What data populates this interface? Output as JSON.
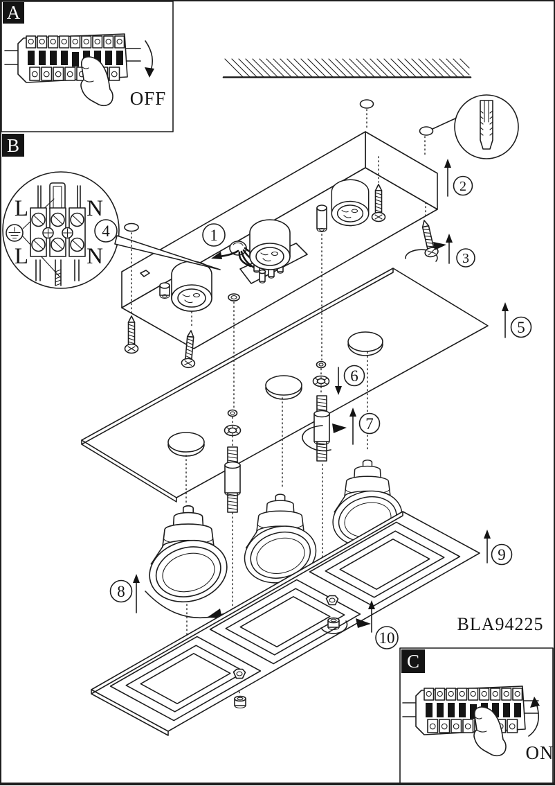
{
  "page": {
    "model_number": "BLA94225"
  },
  "panel_a": {
    "label": "A",
    "caption": "OFF"
  },
  "panel_b": {
    "label": "B",
    "terminal_labels": {
      "top_left": "L",
      "top_right": "N",
      "bottom_left": "L",
      "bottom_right": "N"
    }
  },
  "panel_c": {
    "label": "C",
    "caption": "ON"
  },
  "steps": [
    "1",
    "2",
    "3",
    "4",
    "5",
    "6",
    "7",
    "8",
    "9",
    "10"
  ]
}
